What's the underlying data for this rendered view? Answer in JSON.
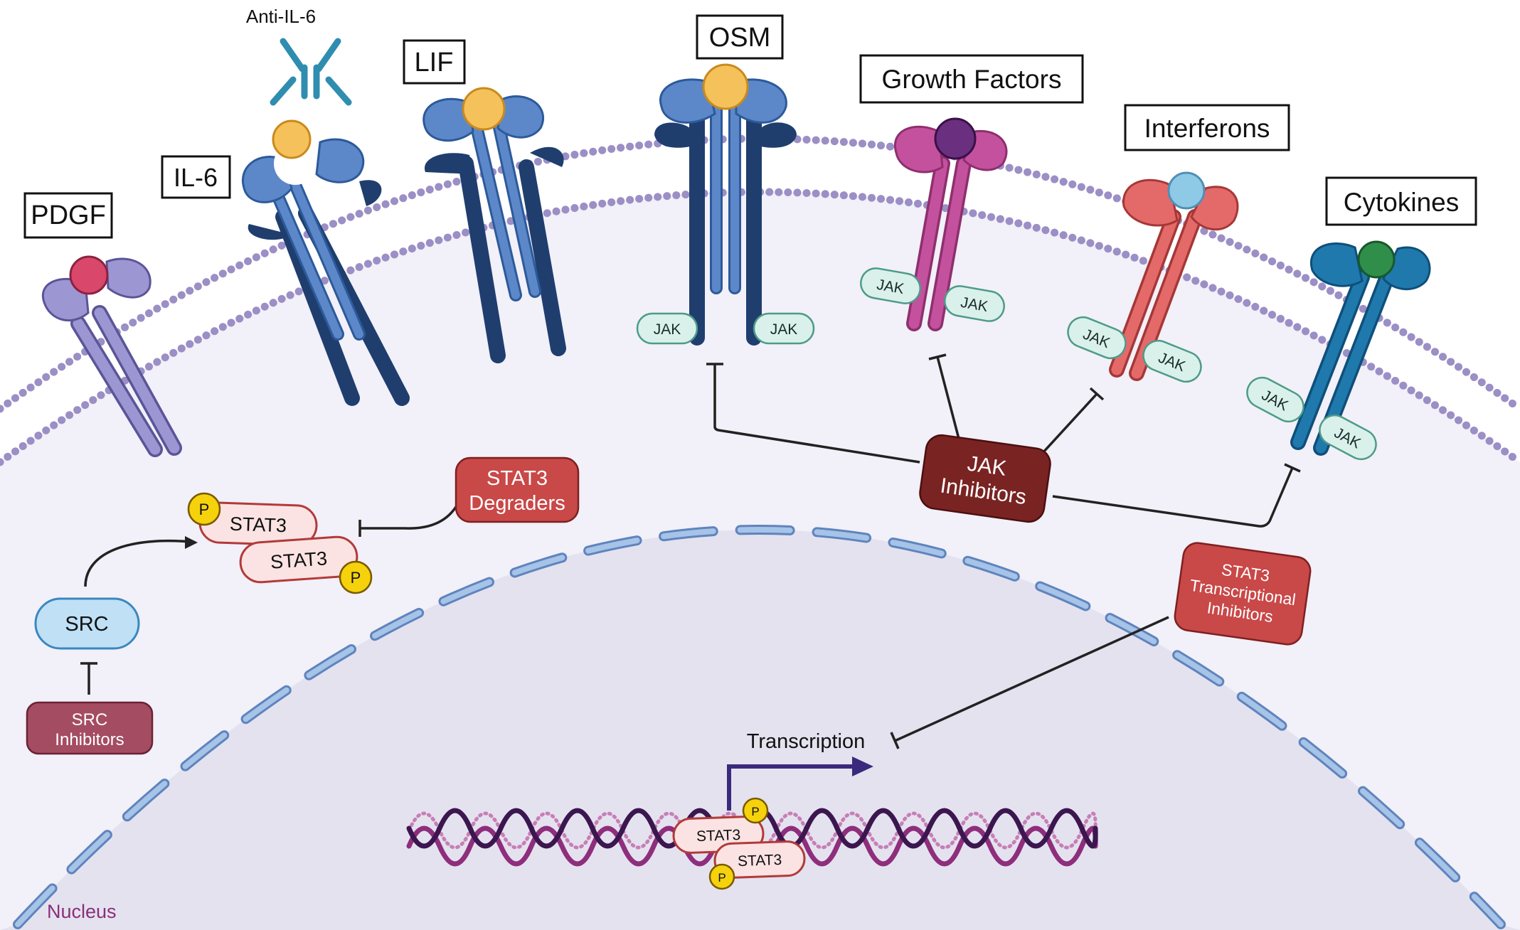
{
  "ligand_labels": {
    "pdgf": "PDGF",
    "il6": "IL-6",
    "anti_il6": "Anti-IL-6",
    "lif": "LIF",
    "osm": "OSM",
    "growth_factors": "Growth Factors",
    "interferons": "Interferons",
    "cytokines": "Cytokines"
  },
  "jak_label": "JAK",
  "inhibitors": {
    "jak_line1": "JAK",
    "jak_line2": "Inhibitors",
    "stat3_degraders_line1": "STAT3",
    "stat3_degraders_line2": "Degraders",
    "src_inhibitors_line1": "SRC",
    "src_inhibitors_line2": "Inhibitors",
    "stat3_ti_line1": "STAT3",
    "stat3_ti_line2": "Transcriptional",
    "stat3_ti_line3": "Inhibitors"
  },
  "src_label": "SRC",
  "stat3_label": "STAT3",
  "phospho_label": "P",
  "transcription_label": "Transcription",
  "nucleus_label": "Nucleus",
  "colors": {
    "cytoplasm": "#f2f0f8",
    "nucleus": "#e4e2ef",
    "membrane_head": "#9b8fc6",
    "nuclear_envelope": "#89acd8",
    "pdgf_receptor": "#9c96d2",
    "il6_receptor": "#4f7dc0",
    "receptor_dark": "#1f3e6e",
    "growth_factor_receptor": "#c4519e",
    "interferon_receptor": "#e46a6a",
    "cytokine_receptor": "#1f79ad",
    "jak_fill": "#d9f1ea",
    "jak_inhibitor": "#7a2323",
    "stat3_inhibitor": "#c94848",
    "src_inhibitor": "#a44c62",
    "src_fill": "#bfe0f5",
    "stat3_fill": "#fbe3e3",
    "phospho": "#f5d20c",
    "dna_strand_a": "#8e2e7c",
    "dna_strand_b": "#3b164f",
    "transcription_arrow": "#3a2a7c"
  }
}
